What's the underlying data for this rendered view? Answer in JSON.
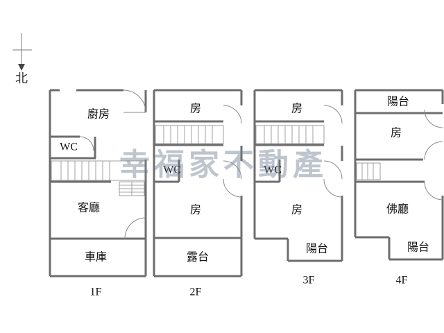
{
  "compass": {
    "label": "北"
  },
  "watermark": "幸福家不動產",
  "floors": {
    "f1": {
      "label": "1F",
      "kitchen": "廚房",
      "wc": "WC",
      "living": "客廳",
      "garage": "車庫"
    },
    "f2": {
      "label": "2F",
      "room_top": "房",
      "wc": "WC",
      "room_main": "房",
      "terrace": "露台"
    },
    "f3": {
      "label": "3F",
      "room_top": "房",
      "wc": "WC",
      "room_main": "房",
      "balcony": "陽台"
    },
    "f4": {
      "label": "4F",
      "balcony_top": "陽台",
      "room": "房",
      "buddha_hall": "佛廳",
      "balcony_bottom": "陽台"
    }
  }
}
